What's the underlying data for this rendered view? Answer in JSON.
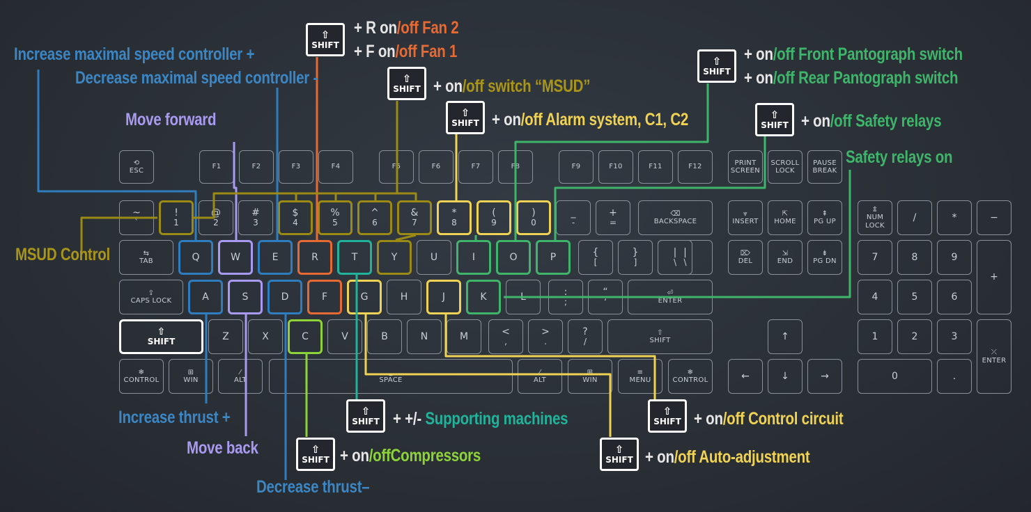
{
  "colors": {
    "blue": "#2f7dbf",
    "blue_text": "#3c86c4",
    "violet": "#a89af0",
    "orange": "#e86a33",
    "teal": "#20b29a",
    "olive": "#9b8a14",
    "olive_text": "#a8951a",
    "yellow": "#f0d354",
    "green": "#3fb56b",
    "lime": "#8ed33a",
    "white": "#e6e6e6"
  },
  "shift_badge": {
    "arrow": "⇧",
    "label": "SHIFT"
  },
  "labels": {
    "inc_max_speed": "Increase maximal speed controller +",
    "dec_max_speed": "Decrease maximal speed controller -",
    "move_forward": "Move forward",
    "msud_control": "MSUD Control",
    "inc_thrust": "Increase thrust +",
    "move_back": "Move back",
    "dec_thrust": "Decrease thrust–",
    "safety_on": "Safety relays on",
    "fan2": {
      "a": "+ R on",
      "b": "/off Fan 2"
    },
    "fan1": {
      "a": "+ F on",
      "b": "/off Fan 1"
    },
    "msud_switch": {
      "a": "+  on",
      "b": "/off switch “MSUD”"
    },
    "alarm": {
      "a": "+  on",
      "b": "/off Alarm system, C1, C2"
    },
    "front_panto": {
      "a": "+ on",
      "b": "/off Front Pantograph switch"
    },
    "rear_panto": {
      "a": "+ on",
      "b": "/off Rear Pantograph switch"
    },
    "safety_relays": {
      "a": "+ on",
      "b": "/off Safety relays"
    },
    "supporting": {
      "a": "+  +/- ",
      "b": "Supporting machines"
    },
    "control_circuit": {
      "a": "+  on",
      "b": "/off Control circuit"
    },
    "compressors": {
      "a": "+  on",
      "b": "/offCompressors"
    },
    "auto_adjust": {
      "a": "+  on",
      "b": "/off Auto-adjustment"
    }
  },
  "keyboard": {
    "fn_row": [
      "ESC",
      "F1",
      "F2",
      "F3",
      "F4",
      "F5",
      "F6",
      "F7",
      "F8",
      "F9",
      "F10",
      "F11",
      "F12"
    ],
    "sys": [
      [
        "PRINT",
        "SCREEN"
      ],
      [
        "SCROLL",
        "LOCK"
      ],
      [
        "PAUSE",
        "BREAK"
      ]
    ],
    "num_row": [
      [
        "~",
        "`"
      ],
      [
        "!",
        "1"
      ],
      [
        "@",
        "2"
      ],
      [
        "#",
        "3"
      ],
      [
        "$",
        "4"
      ],
      [
        "%",
        "5"
      ],
      [
        "^",
        "6"
      ],
      [
        "&",
        "7"
      ],
      [
        "*",
        "8"
      ],
      [
        "(",
        "9"
      ],
      [
        ")",
        "0"
      ],
      [
        "_",
        "-"
      ],
      [
        "+",
        "="
      ]
    ],
    "backspace": "BACKSPACE",
    "tab": "TAB",
    "q_row": [
      "Q",
      "W",
      "E",
      "R",
      "T",
      "Y",
      "U",
      "I",
      "O",
      "P"
    ],
    "q_row_punct": [
      [
        "{",
        "["
      ],
      [
        "}",
        "]"
      ],
      [
        "|",
        "\\"
      ]
    ],
    "caps": "CAPS LOCK",
    "a_row": [
      "A",
      "S",
      "D",
      "F",
      "G",
      "H",
      "J",
      "K",
      "L"
    ],
    "a_row_punct": [
      [
        ":",
        ";"
      ],
      [
        "“",
        "‘"
      ]
    ],
    "enter": "ENTER",
    "shift": "SHIFT",
    "z_row": [
      "Z",
      "X",
      "C",
      "V",
      "B",
      "N",
      "M"
    ],
    "z_row_punct": [
      [
        "<",
        ","
      ],
      [
        ">",
        "."
      ],
      [
        "?",
        "/"
      ]
    ],
    "bottom": [
      "CONTROL",
      "WIN",
      "ALT",
      "SPACE",
      "ALT",
      "WIN",
      "MENU",
      "CONTROL"
    ],
    "nav": [
      "INSERT",
      "HOME",
      "PG UP",
      "DEL",
      "END",
      "PG DN"
    ],
    "arrows": [
      "↑",
      "←",
      "↓",
      "→"
    ],
    "numpad": [
      "NUM\nLOCK",
      "/",
      "*",
      "−",
      "7",
      "8",
      "9",
      "+",
      "4",
      "5",
      "6",
      "1",
      "2",
      "3",
      "ENTER",
      "0",
      "."
    ]
  }
}
